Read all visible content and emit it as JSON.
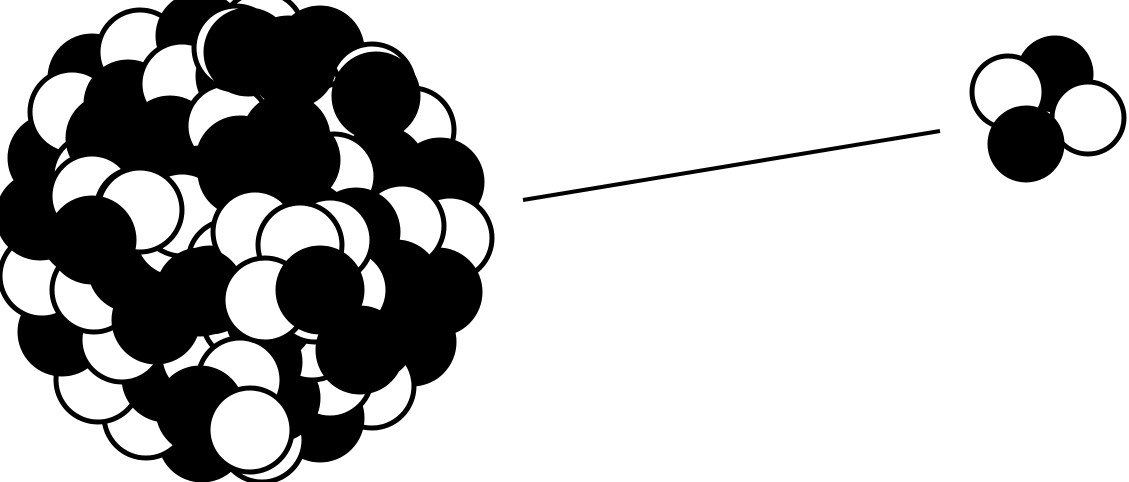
{
  "colors": {
    "background": "#ffffff",
    "proton": "#000000",
    "neutron": "#ffffff",
    "outline": "#000000",
    "path_line": "#000000"
  },
  "large_nucleus": {
    "icon": "heavy-nucleus-cluster",
    "nucleons": [
      {
        "kind": "proton"
      },
      {
        "kind": "neutron"
      },
      {
        "kind": "proton"
      },
      {
        "kind": "neutron"
      },
      {
        "kind": "proton"
      },
      {
        "kind": "neutron"
      },
      {
        "kind": "neutron"
      },
      {
        "kind": "proton"
      },
      {
        "kind": "neutron"
      },
      {
        "kind": "proton"
      }
    ]
  },
  "alpha_particle": {
    "icon": "alpha-particle-cluster",
    "nucleons": [
      {
        "kind": "proton"
      },
      {
        "kind": "neutron"
      },
      {
        "kind": "neutron"
      },
      {
        "kind": "proton"
      }
    ]
  },
  "trajectory": {
    "icon": "emission-path-line"
  }
}
